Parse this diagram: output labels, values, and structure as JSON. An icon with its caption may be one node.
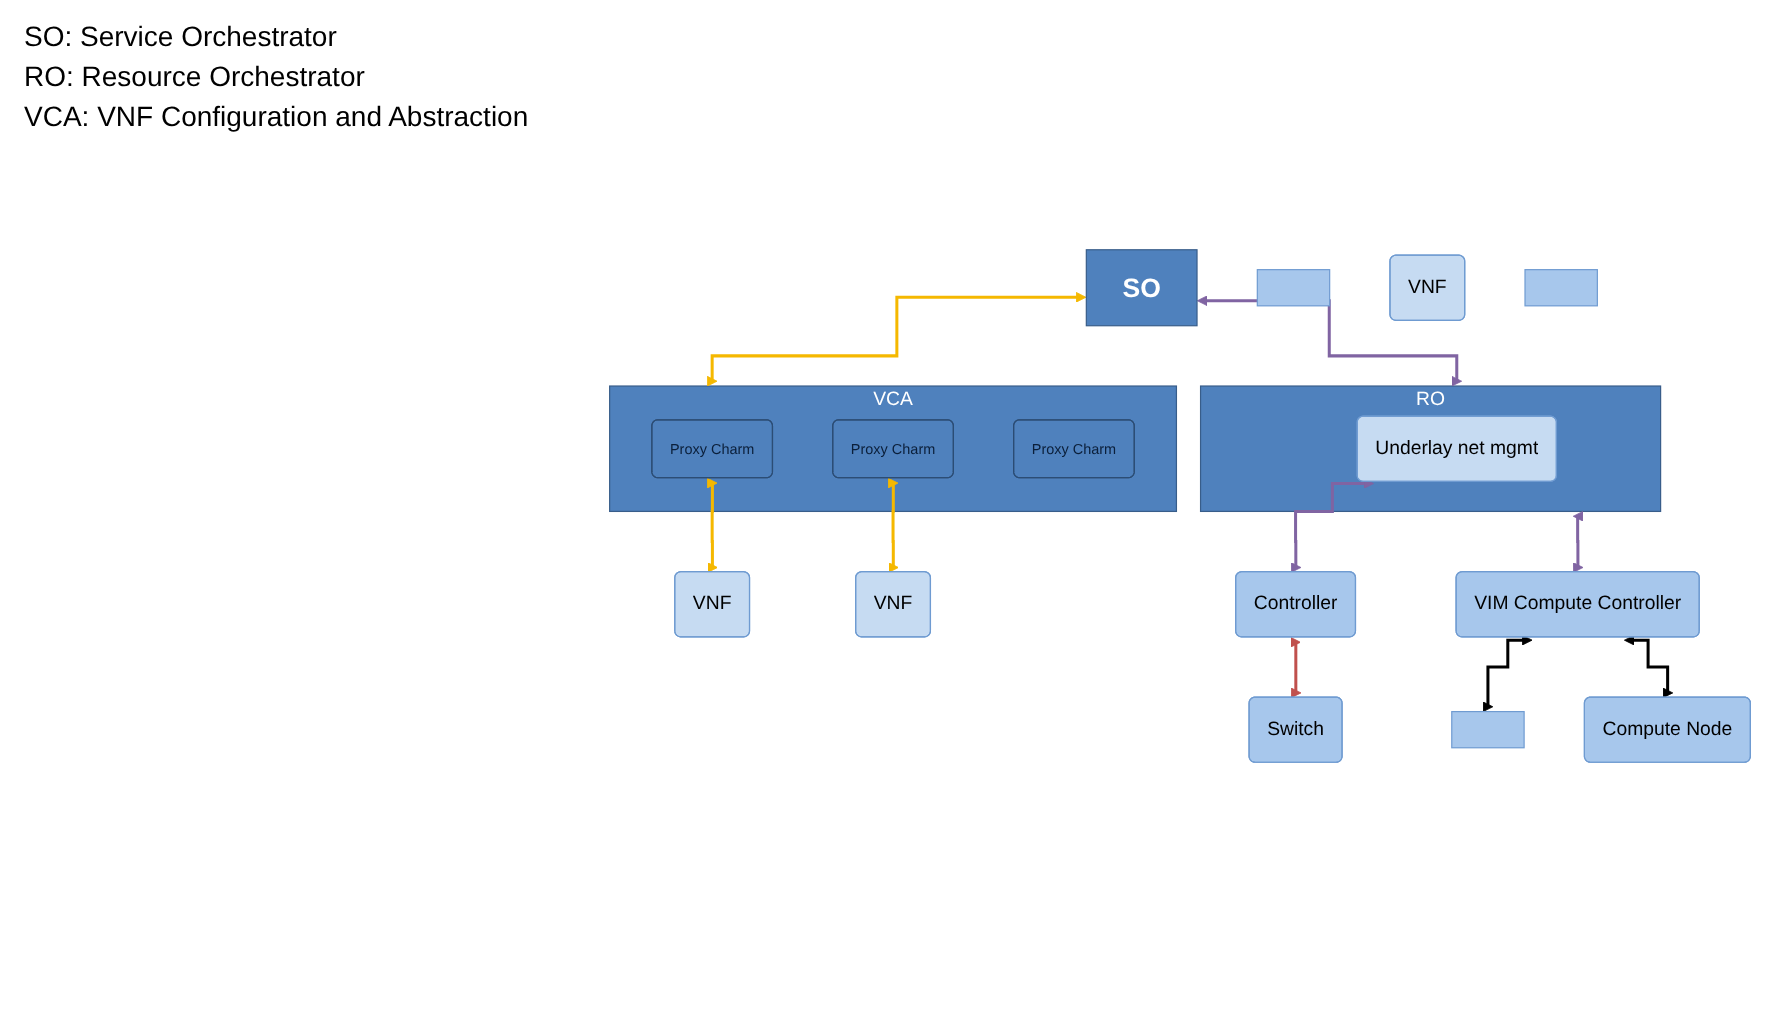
{
  "diagram": {
    "nodes": [
      {
        "text": [
          "SO"
        ]
      },
      {
        "text": [
          "VCA"
        ]
      },
      {
        "text": [
          "Proxy Charm"
        ],
        "in": 1
      },
      {
        "text": [
          "Proxy Charm"
        ],
        "in": 1
      },
      {
        "text": [
          "Proxy Charm"
        ],
        "in": 1
      },
      {
        "text": [
          "RO"
        ]
      },
      {
        "text": [
          "Underlay net mgmt"
        ],
        "in": 5
      },
      {
        "text": [],
        "shape": "box"
      },
      {
        "text": [],
        "shape": "box"
      },
      {
        "text": [
          "Compute Node"
        ]
      },
      {
        "text": [
          "VNF"
        ]
      },
      {
        "text": [
          "VNF"
        ]
      },
      {
        "text": [
          "VNF"
        ]
      },
      {
        "text": [],
        "shape": "box"
      },
      {
        "text": [
          "Switch"
        ]
      },
      {
        "text": [
          "VIM Compute Controller"
        ]
      },
      {
        "text": [
          "Controller"
        ]
      }
    ],
    "edges": [
      {
        "from": 0,
        "to": 1,
        "arrow": "both",
        "color": "#f5b800"
      },
      {
        "from": 0,
        "to": 5,
        "arrow": "both",
        "color": "#8064a2"
      },
      {
        "from": 2,
        "to": 10,
        "arrow": "both",
        "color": "#f5b800"
      },
      {
        "from": 3,
        "to": 12,
        "arrow": "both",
        "color": "#f5b800"
      },
      {
        "from": 15,
        "to": 7,
        "arrow": "both",
        "color": "#000000"
      },
      {
        "from": 15,
        "to": 9,
        "arrow": "both",
        "color": "#000000"
      },
      {
        "from": 5,
        "to": 15,
        "arrow": "both",
        "color": "#8064a2"
      },
      {
        "from": 6,
        "to": 16,
        "arrow": "both",
        "color": "#8064a2"
      },
      {
        "from": 16,
        "to": 14,
        "arrow": "both",
        "color": "#c0504d"
      }
    ],
    "labels": [
      "SO: Service Orchestrator",
      "RO: Resource Orchestrator",
      "VCA: VNF Configuration and Abstraction"
    ]
  }
}
